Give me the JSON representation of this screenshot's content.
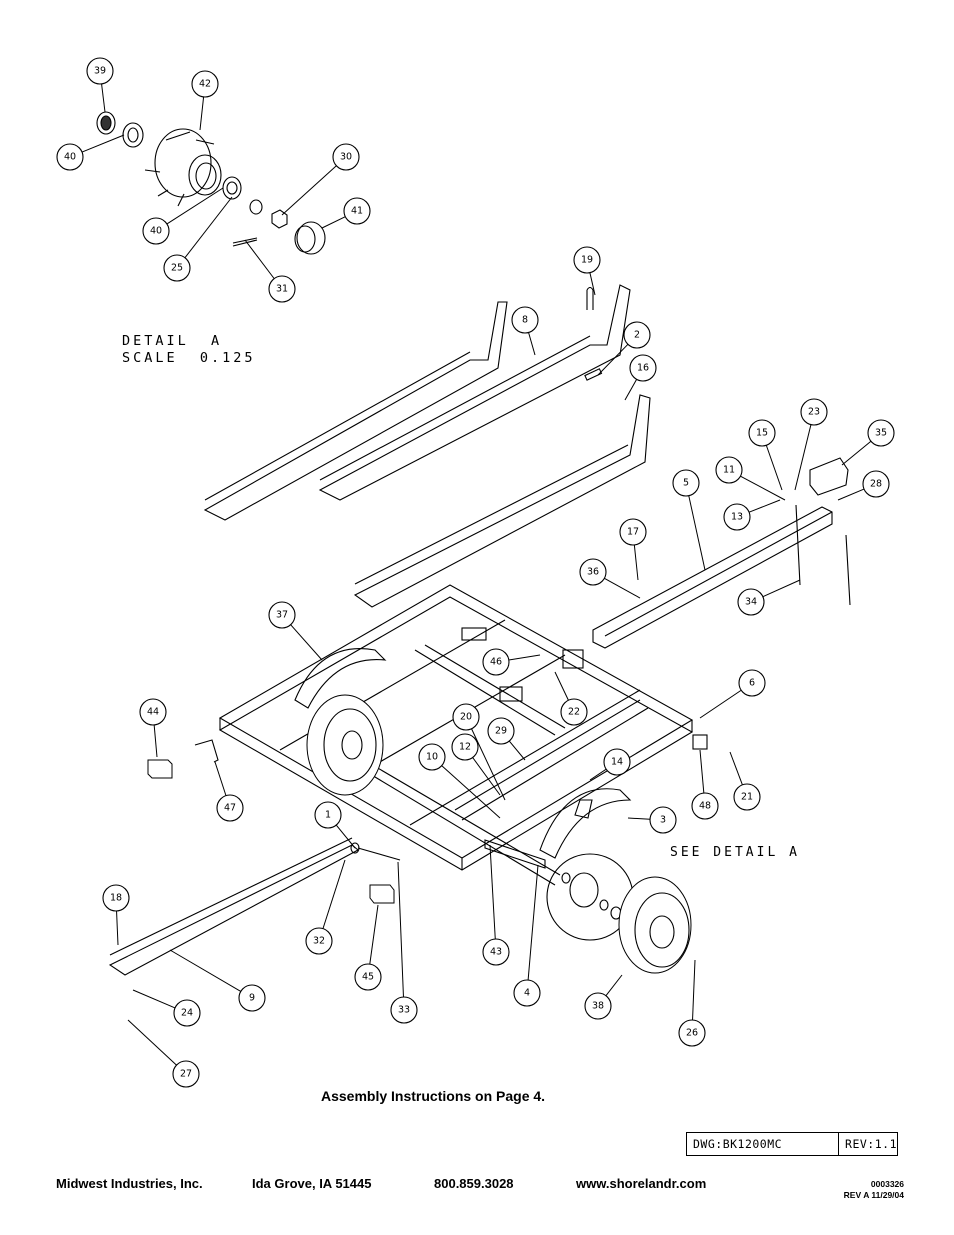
{
  "detail_label": {
    "line1": "DETAIL  A",
    "line2": "SCALE  0.125"
  },
  "see_detail": "SEE DETAIL  A",
  "callouts": [
    "1",
    "2",
    "3",
    "4",
    "5",
    "6",
    "8",
    "9",
    "10",
    "11",
    "12",
    "13",
    "14",
    "15",
    "16",
    "17",
    "18",
    "19",
    "20",
    "21",
    "22",
    "23",
    "24",
    "25",
    "26",
    "27",
    "28",
    "29",
    "30",
    "31",
    "32",
    "33",
    "34",
    "35",
    "36",
    "37",
    "38",
    "39",
    "40",
    "40",
    "41",
    "42",
    "43",
    "44",
    "45",
    "46",
    "47",
    "48"
  ],
  "assembly_note": "Assembly Instructions on Page 4.",
  "title_block": {
    "drawing": "DWG:BK1200MC",
    "revision": "REV:1.1"
  },
  "footer": {
    "company": "Midwest Industries, Inc.",
    "location": "Ida Grove, IA  51445",
    "phone": "800.859.3028",
    "website": "www.shorelandr.com",
    "doc_number": "0003326",
    "doc_rev": "REV A  11/29/04"
  }
}
